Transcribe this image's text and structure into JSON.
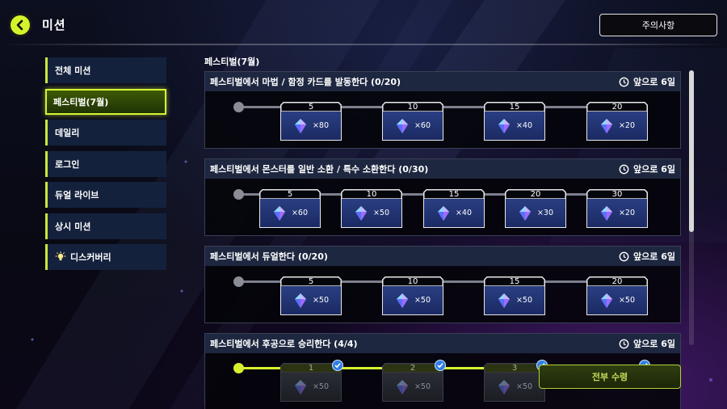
{
  "header": {
    "title": "미션",
    "notice_label": "주의사항"
  },
  "sidebar": {
    "items": [
      {
        "label": "전체 미션"
      },
      {
        "label": "페스티벌(7월)"
      },
      {
        "label": "데일리"
      },
      {
        "label": "로그인"
      },
      {
        "label": "듀얼 라이브"
      },
      {
        "label": "상시 미션"
      },
      {
        "label": "디스커버리"
      }
    ],
    "active_index": 1
  },
  "section": {
    "title": "페스티벌(7월)"
  },
  "missions": [
    {
      "name": "페스티벌에서 마법 / 함정 카드를 발동한다 (0/20)",
      "time": "앞으로 6일",
      "rewards": [
        {
          "threshold": "5",
          "qty": "×80"
        },
        {
          "threshold": "10",
          "qty": "×60"
        },
        {
          "threshold": "15",
          "qty": "×40"
        },
        {
          "threshold": "20",
          "qty": "×20"
        }
      ]
    },
    {
      "name": "페스티벌에서 몬스터를 일반 소환 / 특수 소환한다 (0/30)",
      "time": "앞으로 6일",
      "rewards": [
        {
          "threshold": "5",
          "qty": "×60"
        },
        {
          "threshold": "10",
          "qty": "×50"
        },
        {
          "threshold": "15",
          "qty": "×40"
        },
        {
          "threshold": "20",
          "qty": "×30"
        },
        {
          "threshold": "30",
          "qty": "×20"
        }
      ]
    },
    {
      "name": "페스티벌에서 듀얼한다 (0/20)",
      "time": "앞으로 6일",
      "rewards": [
        {
          "threshold": "5",
          "qty": "×50"
        },
        {
          "threshold": "10",
          "qty": "×50"
        },
        {
          "threshold": "15",
          "qty": "×50"
        },
        {
          "threshold": "20",
          "qty": "×50"
        }
      ]
    },
    {
      "name": "페스티벌에서 후공으로 승리한다 (4/4)",
      "time": "앞으로 6일",
      "rewards": [
        {
          "threshold": "1",
          "qty": "×50"
        },
        {
          "threshold": "2",
          "qty": "×50"
        },
        {
          "threshold": "3",
          "qty": "×50"
        }
      ]
    }
  ],
  "claim_all_label": "전부 수령",
  "colors": {
    "accent": "#d8f12e",
    "panel_header": "#1e2740",
    "reward_blue": "#223575",
    "check_blue": "#2f7de8"
  },
  "icons": {
    "back": "chevron-left-icon",
    "clock": "clock-icon",
    "gem": "gem-icon",
    "bulb": "lightbulb-icon",
    "check": "check-icon"
  }
}
